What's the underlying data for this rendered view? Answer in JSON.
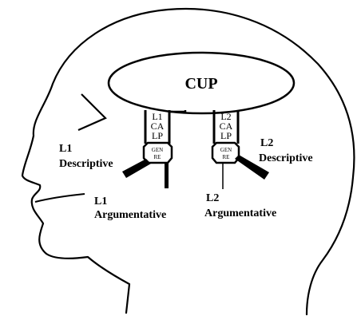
{
  "diagram": {
    "central_store": "CUP",
    "language_channels": [
      {
        "lines": [
          "L1",
          "CA",
          "LP"
        ],
        "genre_lines": [
          "GEN",
          "RE"
        ]
      },
      {
        "lines": [
          "L2",
          "CA",
          "LP"
        ],
        "genre_lines": [
          "GEN",
          "RE"
        ]
      }
    ],
    "labels": {
      "l1_descriptive": [
        "L1",
        "Descriptive"
      ],
      "l1_argumentative": [
        "L1",
        "Argumentative"
      ],
      "l2_descriptive": [
        "L2",
        "Descriptive"
      ],
      "l2_argumentative": [
        "L2",
        "Argumentative"
      ]
    }
  }
}
